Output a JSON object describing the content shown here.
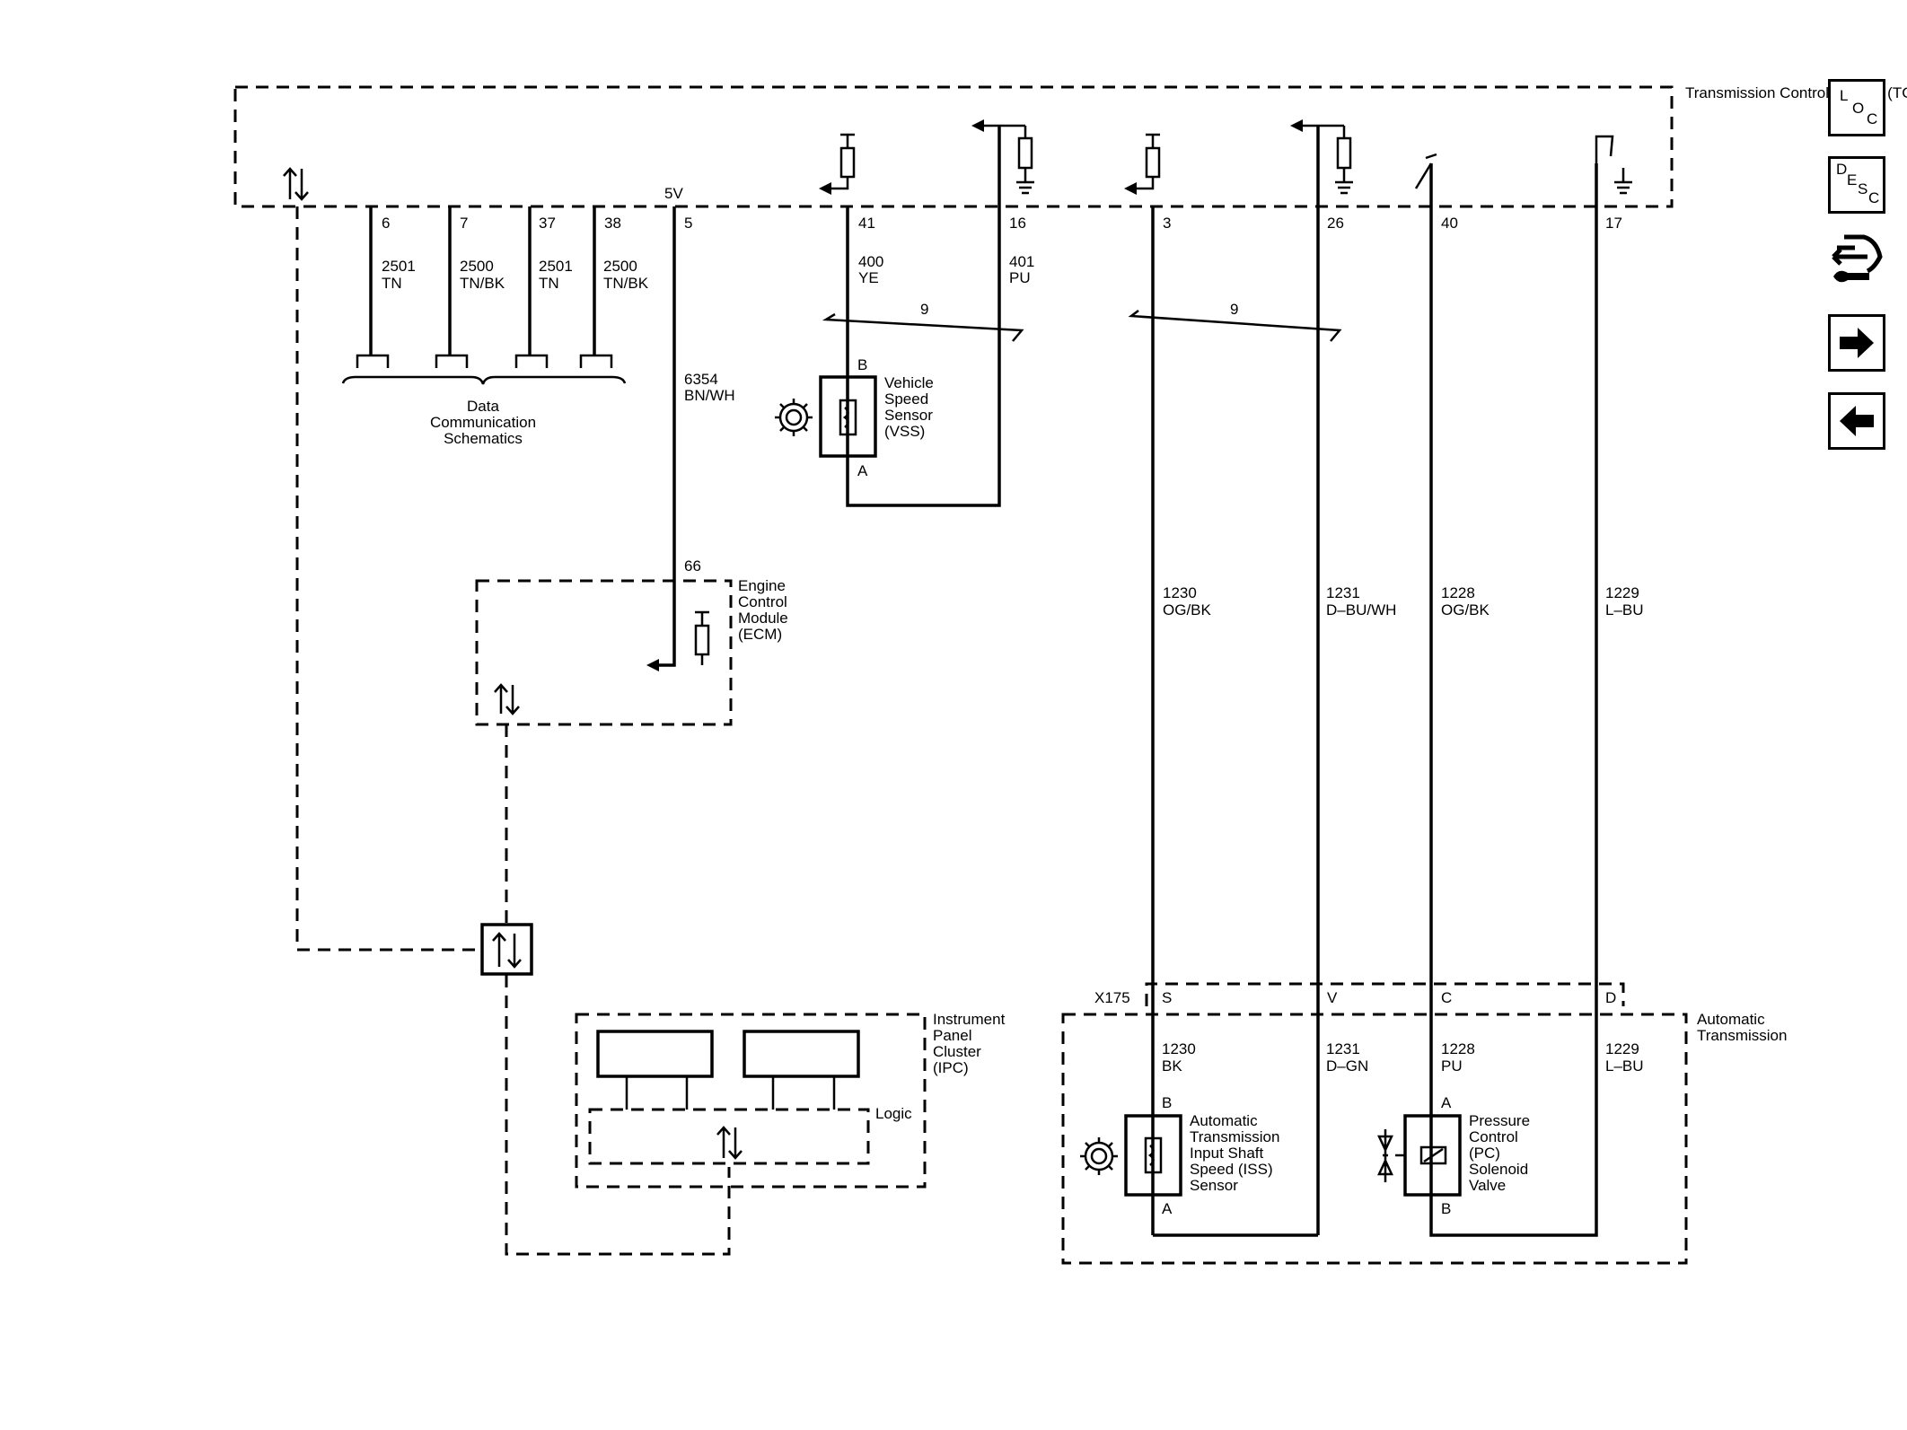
{
  "modules": {
    "tcm": "Transmission Control Module (TCM)",
    "ecm": "Engine Control Module (ECM)",
    "ipc": "Instrument Panel Cluster (IPC)",
    "ipc_logic": "Logic",
    "trans": "Automatic Transmission",
    "data_comm": "Data Communication Schematics"
  },
  "pins": {
    "p6": "6",
    "p7": "7",
    "p37": "37",
    "p38": "38",
    "p5": "5",
    "v5": "5V",
    "p41": "41",
    "p16": "16",
    "p3": "3",
    "p26": "26",
    "p40": "40",
    "p17": "17",
    "p66": "66"
  },
  "wires": {
    "w6": [
      "2501",
      "TN"
    ],
    "w7": [
      "2500",
      "TN/BK"
    ],
    "w37": [
      "2501",
      "TN"
    ],
    "w38": [
      "2500",
      "TN/BK"
    ],
    "w5": [
      "6354",
      "BN/WH"
    ],
    "w41": [
      "400",
      "YE"
    ],
    "w16": [
      "401",
      "PU"
    ],
    "w3": [
      "1230",
      "OG/BK"
    ],
    "w26": [
      "1231",
      "D–BU/WH"
    ],
    "w40": [
      "1228",
      "OG/BK"
    ],
    "w17": [
      "1229",
      "L–BU"
    ],
    "b3": [
      "1230",
      "BK"
    ],
    "b26": [
      "1231",
      "D–GN"
    ],
    "b40": [
      "1228",
      "PU"
    ],
    "b17": [
      "1229",
      "L–BU"
    ]
  },
  "twist": {
    "a": "9",
    "b": "9"
  },
  "connector": {
    "name": "X175",
    "s": "S",
    "v": "V",
    "c": "C",
    "d": "D"
  },
  "vss": {
    "label": "Vehicle Speed Sensor (VSS)",
    "b": "B",
    "a": "A"
  },
  "iss": {
    "label": "Automatic Transmission Input Shaft Speed (ISS) Sensor",
    "b": "B",
    "a": "A"
  },
  "pc": {
    "label": "Pressure Control (PC) Solenoid Valve",
    "a": "A",
    "b": "B"
  },
  "nav": {
    "loc": [
      "L",
      "O",
      "C"
    ],
    "desc": [
      "D",
      "E",
      "S",
      "C"
    ]
  }
}
